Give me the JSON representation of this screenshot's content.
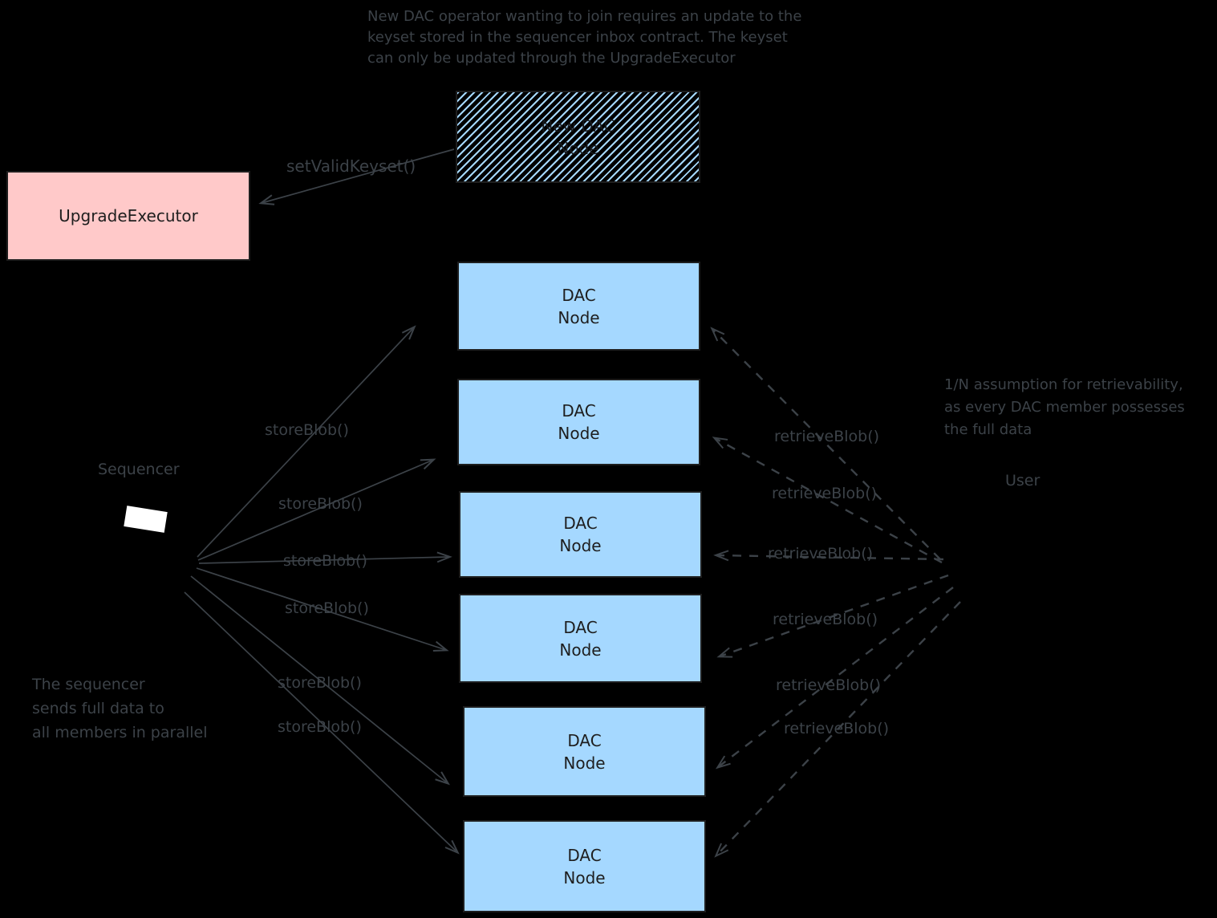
{
  "colors": {
    "background": "#000000",
    "dac_node_fill": "#a5d8ff",
    "upgrade_executor_fill": "#ffc9c9",
    "box_border": "#1e1e1e",
    "annotation_stroke": "#3c4248",
    "laptop_screen": "#ffffff"
  },
  "notes": {
    "keyset": {
      "line1": "New DAC operator wanting to join requires an update to the",
      "line2": "keyset stored in the sequencer inbox contract. The keyset",
      "line3": "can only be updated through the UpgradeExecutor"
    },
    "retrievability": {
      "line1": "1/N assumption for retrievability,",
      "line2": "as every DAC member possesses",
      "line3": "the full data"
    },
    "parallel": {
      "line1": "The sequencer",
      "line2": "sends full data to",
      "line3": "all members in parallel"
    }
  },
  "actors": {
    "sequencer": "Sequencer",
    "user": "User"
  },
  "boxes": {
    "upgrade_executor": "UpgradeExecutor",
    "new_dac_node": {
      "line1": "New DAC",
      "line2": "Node"
    },
    "dac_node": {
      "line1": "DAC",
      "line2": "Node"
    },
    "dac_node_count": 6
  },
  "edges": {
    "set_valid_keyset": "setValidKeyset()",
    "store_blob": "storeBlob()",
    "retrieve_blob": "retrieveBlob()"
  }
}
